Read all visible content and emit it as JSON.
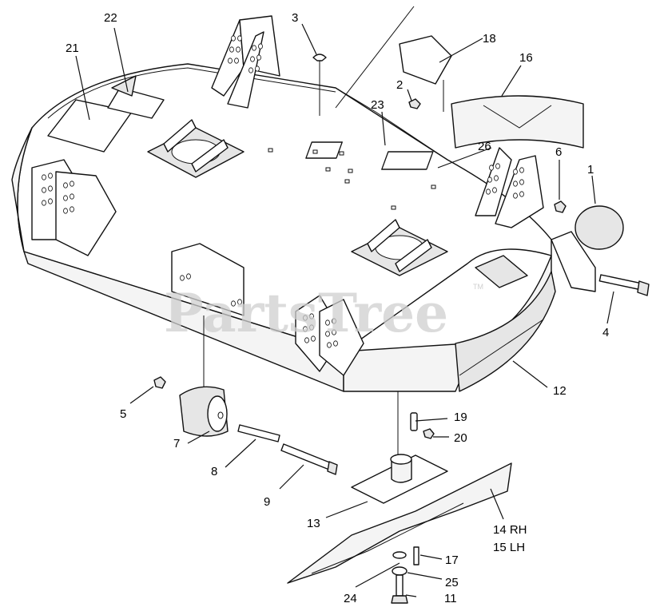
{
  "diagram": {
    "watermark": "PartsTree",
    "watermark_mark": "TM",
    "callouts": [
      "1",
      "2",
      "3",
      "4",
      "5",
      "6",
      "7",
      "8",
      "9",
      "11",
      "12",
      "13",
      "14 RH",
      "15 LH",
      "16",
      "17",
      "18",
      "19",
      "20",
      "21",
      "22",
      "23",
      "24",
      "25",
      "26"
    ]
  }
}
